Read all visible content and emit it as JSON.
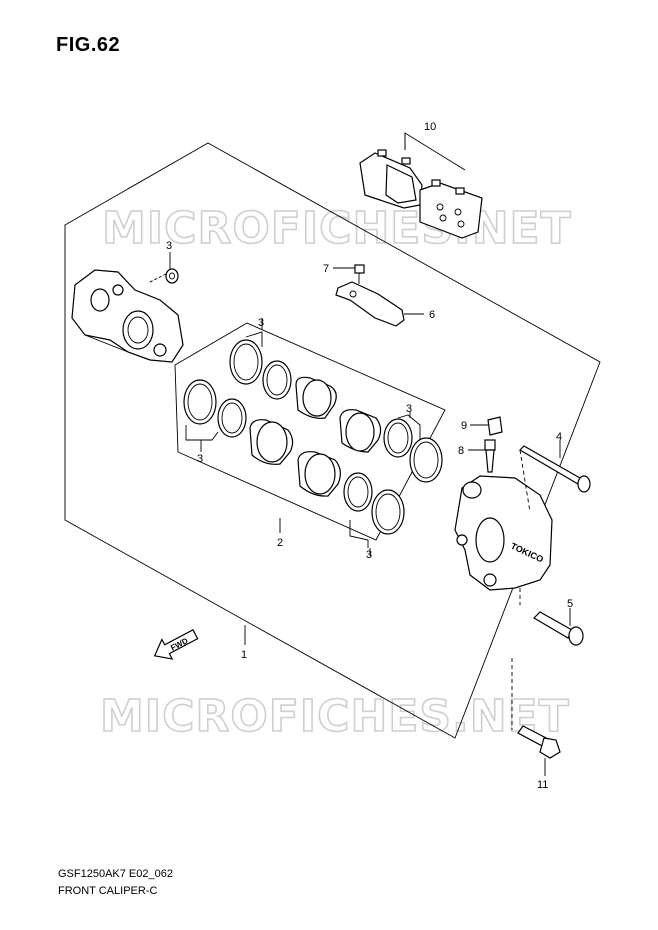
{
  "figure": {
    "title": "FIG.62"
  },
  "watermark": {
    "text": "MICROFICHES.NET"
  },
  "footer": {
    "code": "GSF1250AK7 E02_062",
    "name": "FRONT CALIPER-C"
  },
  "callouts": {
    "c1": "1",
    "c2": "2",
    "c3a": "3",
    "c3b": "3",
    "c3c": "3",
    "c3d": "3",
    "c3e": "3",
    "c4": "4",
    "c5": "5",
    "c6": "6",
    "c7": "7",
    "c8": "8",
    "c9": "9",
    "c10": "10",
    "c11": "11"
  },
  "fwd_label": "FWD",
  "caliper_label": "TOKICO"
}
